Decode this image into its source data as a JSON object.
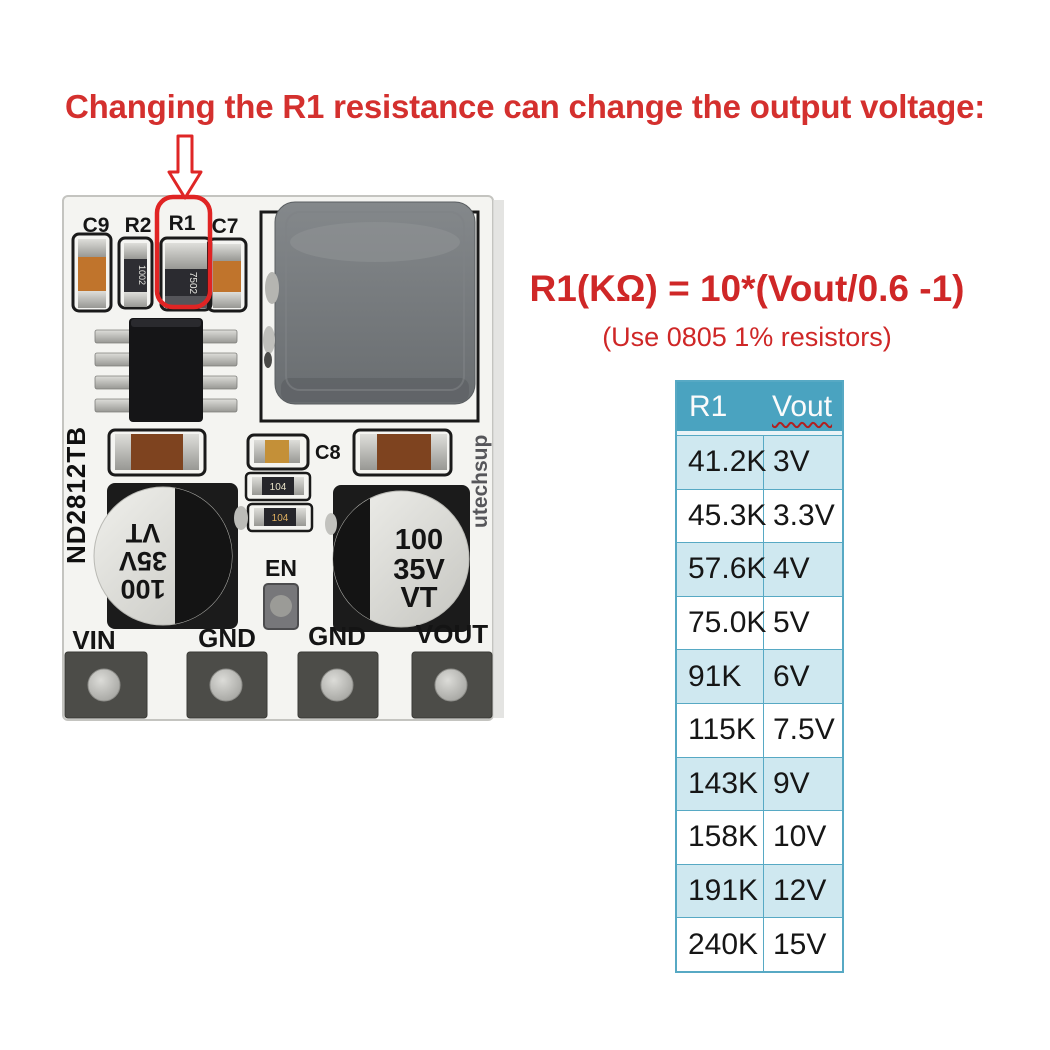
{
  "title": "Changing the R1 resistance can change the output voltage:",
  "formula": {
    "main": "R1(KΩ) = 10*(Vout/0.6 -1)",
    "note": "(Use 0805 1% resistors)"
  },
  "pcb": {
    "silkscreen": {
      "c9": "C9",
      "r2": "R2",
      "r1": "R1",
      "c7": "C7",
      "c8": "C8",
      "en": "EN",
      "board_name": "ND2812TB",
      "vin": "VIN",
      "gnd1": "GND",
      "gnd2": "GND",
      "vout": "VOUT"
    },
    "watermark": "utechsup",
    "resistor_codes": {
      "r2": "1002",
      "r1": "7502",
      "mid_a": "104",
      "mid_b": "104"
    },
    "cap_left_lines": [
      "100",
      "35V",
      "VT"
    ],
    "cap_right_lines": [
      "100",
      "35V",
      "VT"
    ]
  },
  "table": {
    "headers": [
      "R1",
      "Vout"
    ],
    "rows": [
      [
        "41.2K",
        "3V"
      ],
      [
        "45.3K",
        "3.3V"
      ],
      [
        "57.6K",
        "4V"
      ],
      [
        "75.0K",
        "5V"
      ],
      [
        "91K",
        "6V"
      ],
      [
        "115K",
        "7.5V"
      ],
      [
        "143K",
        "9V"
      ],
      [
        "158K",
        "10V"
      ],
      [
        "191K",
        "12V"
      ],
      [
        "240K",
        "15V"
      ]
    ]
  },
  "colors": {
    "accent_red": "#d4302e",
    "formula_red": "#cf2727",
    "table_header_bg": "#4aa3c0",
    "table_row_alt_bg": "#cfe8f0",
    "table_border": "#57a9c4"
  }
}
